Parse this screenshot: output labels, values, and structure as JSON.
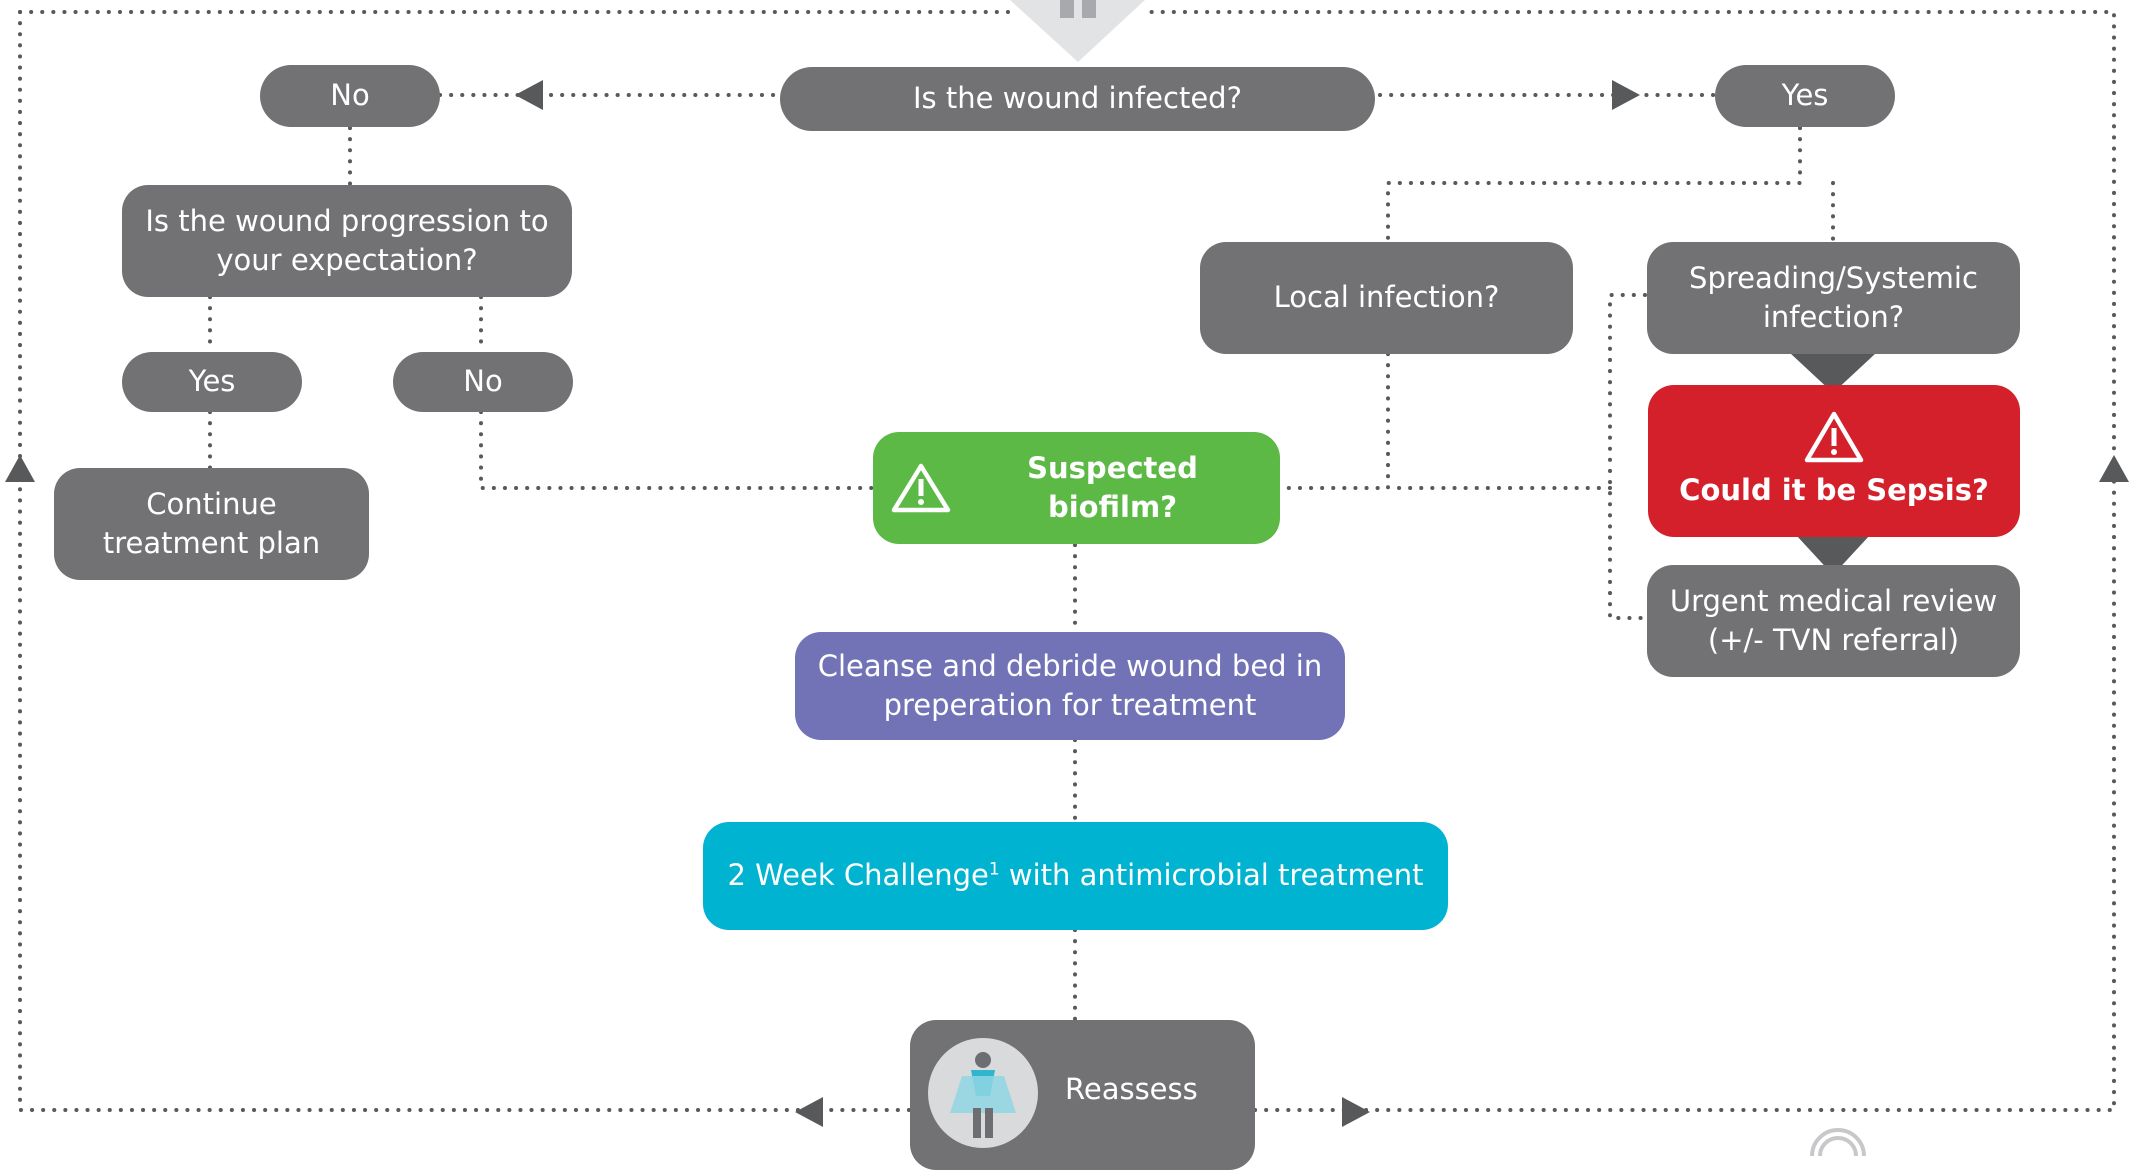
{
  "flowchart": {
    "q_infected": "Is the wound infected?",
    "no_top": "No",
    "yes_top": "Yes",
    "q_progression": "Is the wound progression to your expectation?",
    "yes_left": "Yes",
    "no_left": "No",
    "continue_plan": "Continue treatment plan",
    "local_infection": "Local infection?",
    "spreading": "Spreading/Systemic infection?",
    "sepsis": "Could it be Sepsis?",
    "urgent_review": "Urgent medical review (+/- TVN referral)",
    "biofilm": "Suspected biofilm?",
    "cleanse": "Cleanse and debride wound bed in preperation for treatment",
    "challenge_prefix": "2 Week Challenge",
    "challenge_sup": "1",
    "challenge_suffix": " with antimicrobial treatment",
    "reassess": "Reassess"
  },
  "colors": {
    "grey": "#727274",
    "green": "#5cb946",
    "red": "#d3202a",
    "purple": "#7273b7",
    "cyan": "#00b3d1",
    "connector": "#58595b"
  },
  "icons": [
    "warning-triangle-icon",
    "person-icon",
    "brand-logo-icon"
  ]
}
